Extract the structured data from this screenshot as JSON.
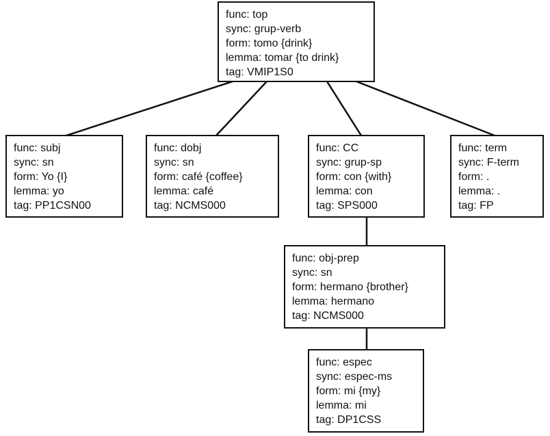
{
  "diagram": {
    "description": "Dependency parse tree with feature boxes (func, sync, form, lemma, tag)",
    "background": "#ffffff",
    "box_border_color": "#111111",
    "line_color": "#111111"
  },
  "nodes": {
    "root": {
      "l1": "func: top",
      "l2": "sync: grup-verb",
      "l3": "form: tomo {drink}",
      "l4": "lemma: tomar {to drink}",
      "l5": "tag: VMIP1S0"
    },
    "subj": {
      "l1": "func: subj",
      "l2": "sync: sn",
      "l3": "form: Yo {I}",
      "l4": "lemma: yo",
      "l5": "tag: PP1CSN00"
    },
    "dobj": {
      "l1": "func: dobj",
      "l2": "sync: sn",
      "l3": "form: café {coffee}",
      "l4": "lemma: café",
      "l5": "tag: NCMS000"
    },
    "cc": {
      "l1": "func: CC",
      "l2": "sync: grup-sp",
      "l3": "form: con {with}",
      "l4": "lemma: con",
      "l5": "tag: SPS000"
    },
    "term": {
      "l1": "func: term",
      "l2": "sync: F-term",
      "l3": "form: .",
      "l4": "lemma: .",
      "l5": "tag: FP"
    },
    "objprep": {
      "l1": "func: obj-prep",
      "l2": "sync: sn",
      "l3": "form: hermano {brother}",
      "l4": "lemma: hermano",
      "l5": "tag: NCMS000"
    },
    "espec": {
      "l1": "func: espec",
      "l2": "sync: espec-ms",
      "l3": "form: mi {my}",
      "l4": "lemma: mi",
      "l5": "tag: DP1CSS"
    }
  }
}
